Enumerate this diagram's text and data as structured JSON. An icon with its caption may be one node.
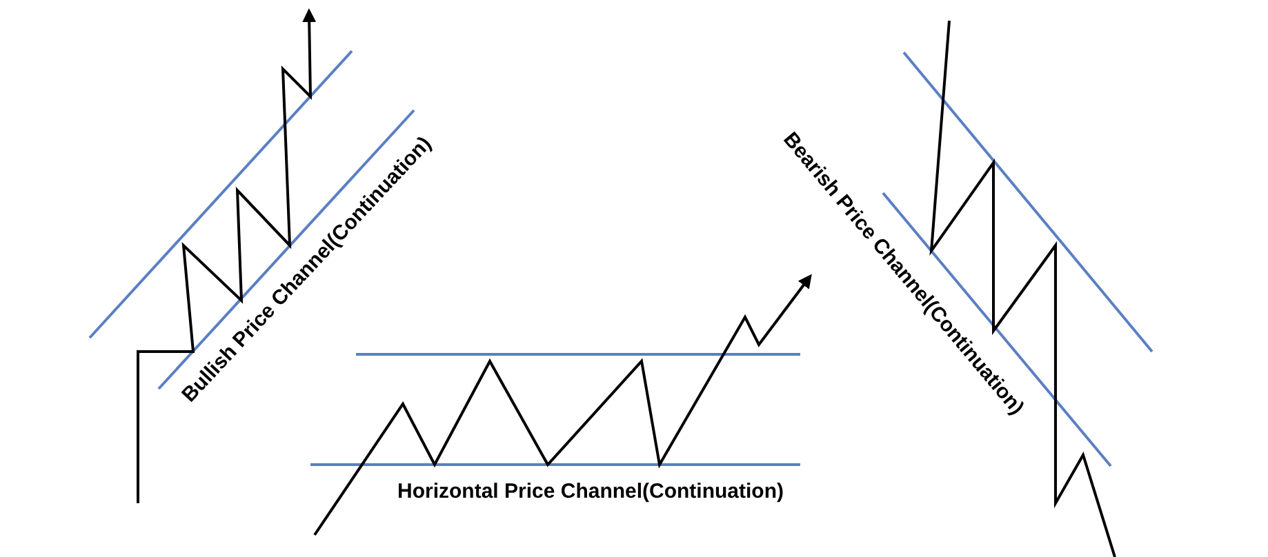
{
  "diagram": {
    "labels": [
      "Bullish Price Channel(Continuation)",
      "Horizontal Price Channel(Continuation)",
      "Bearish Price Channel(Continuation)"
    ]
  }
}
